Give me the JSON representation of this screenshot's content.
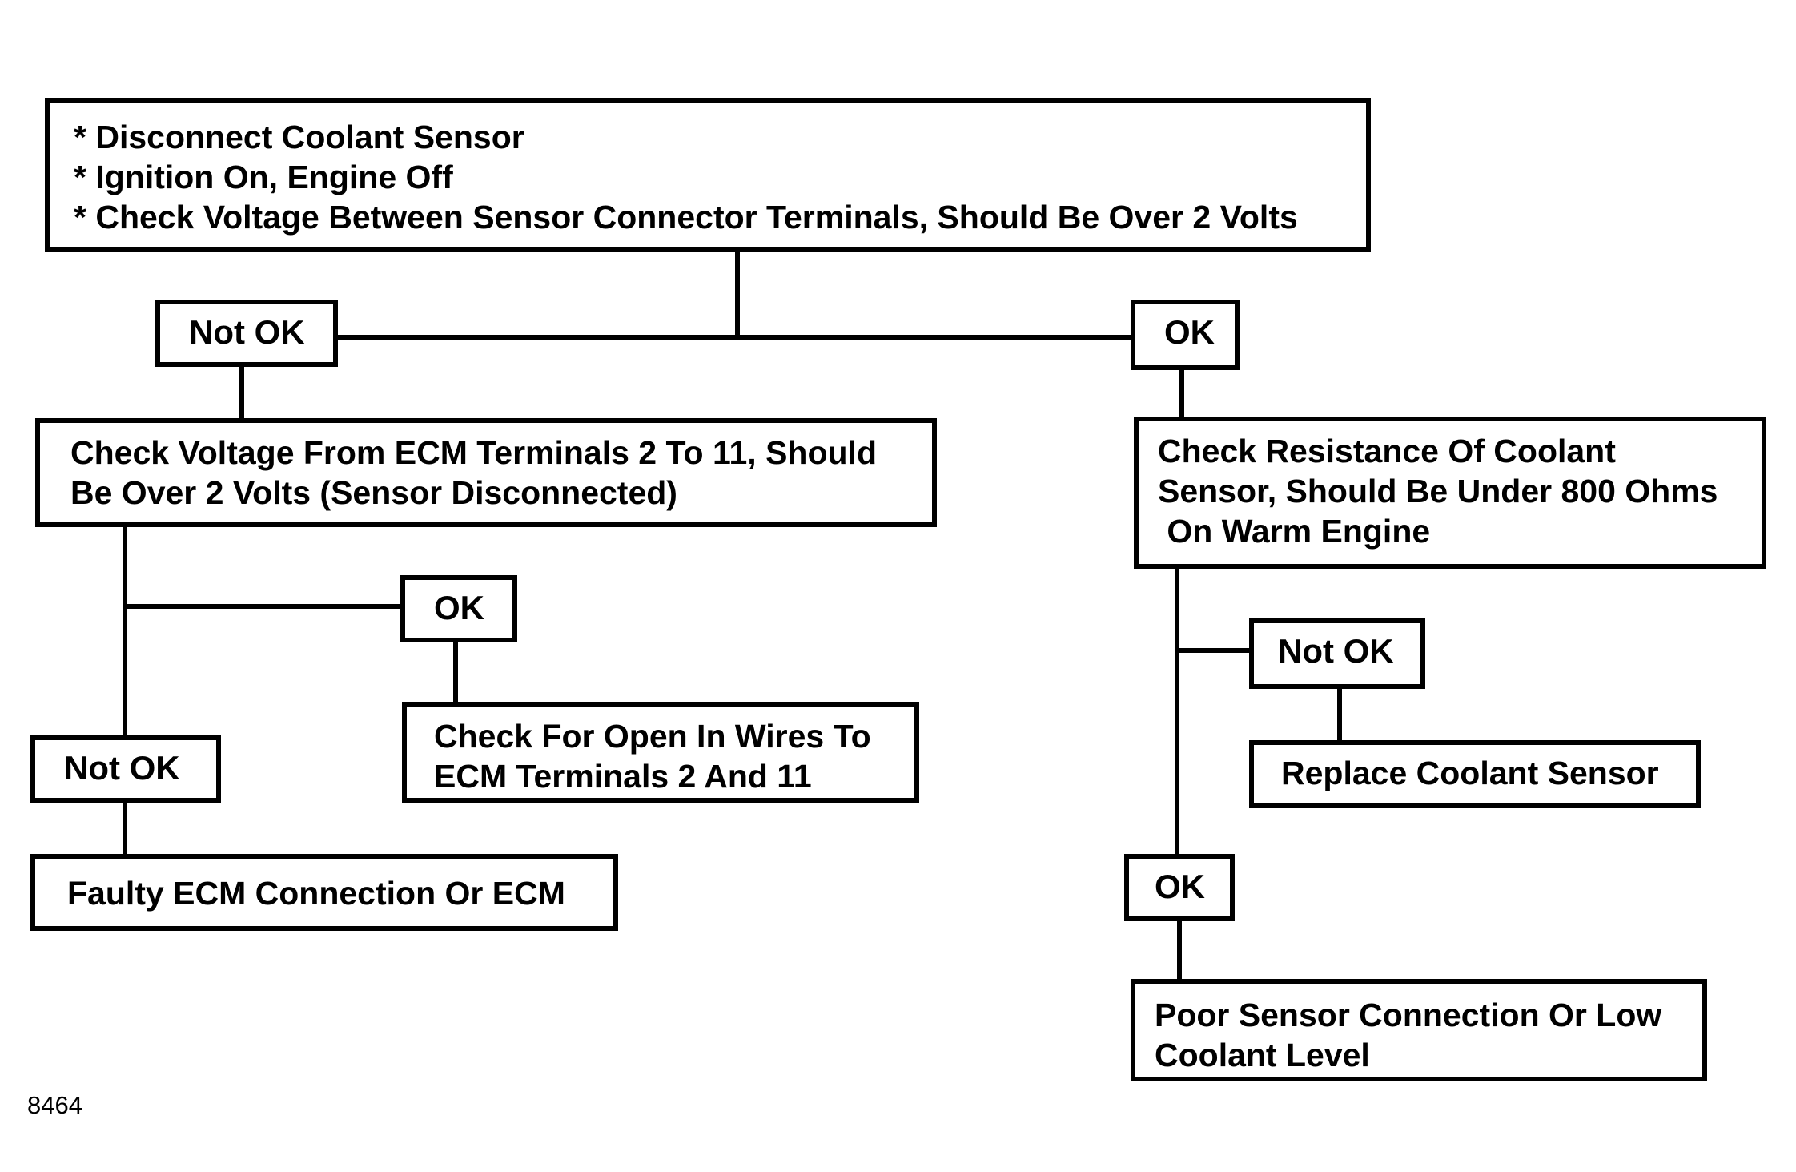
{
  "start_box": {
    "lines": [
      "* Disconnect Coolant Sensor",
      "* Ignition On, Engine Off",
      "* Check Voltage Between Sensor Connector Terminals, Should Be Over 2 Volts"
    ]
  },
  "left_branch": {
    "label": "Not OK",
    "check_box": {
      "lines": [
        "Check Voltage From ECM Terminals 2 To 11, Should",
        "Be Over 2 Volts (Sensor Disconnected)"
      ]
    },
    "ok_label": "OK",
    "ok_result": {
      "lines": [
        "Check For Open In Wires To",
        "ECM Terminals 2 And 11"
      ]
    },
    "not_ok_label": "Not OK",
    "not_ok_result": "Faulty ECM Connection Or ECM"
  },
  "right_branch": {
    "label": "OK",
    "check_box": {
      "lines": [
        "Check Resistance Of Coolant",
        "Sensor, Should Be Under 800 Ohms",
        " On Warm Engine"
      ]
    },
    "not_ok_label": "Not OK",
    "not_ok_result": "Replace Coolant Sensor",
    "ok_label": "OK",
    "ok_result": {
      "lines": [
        "Poor Sensor Connection Or Low",
        "Coolant Level"
      ]
    }
  },
  "figure_number": "8464"
}
